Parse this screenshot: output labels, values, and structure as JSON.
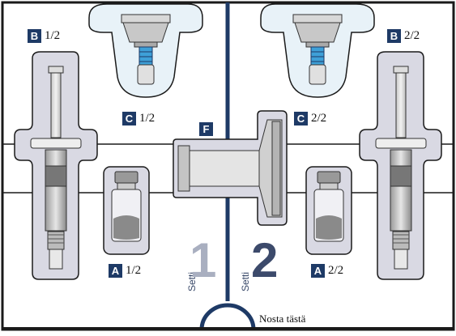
{
  "colors": {
    "navy": "#1e3a66",
    "tray_outline": "#1a1a1a",
    "cavity_fill": "#d9d9e3",
    "set1_number": "#a9afc0",
    "set2_number": "#3c4a6b"
  },
  "labels": {
    "b1": {
      "letter": "B",
      "text": "1/2"
    },
    "b2": {
      "letter": "B",
      "text": "2/2"
    },
    "c1": {
      "letter": "C",
      "text": "1/2"
    },
    "c2": {
      "letter": "C",
      "text": "2/2"
    },
    "f": {
      "letter": "F"
    },
    "a1": {
      "letter": "A",
      "text": "1/2"
    },
    "a2": {
      "letter": "A",
      "text": "2/2"
    }
  },
  "sets": {
    "set1": {
      "word": "Setti",
      "number": "1"
    },
    "set2": {
      "word": "Setti",
      "number": "2"
    }
  },
  "lift_here": "Nosta tästä",
  "icons": [
    "syringe-icon",
    "vial-icon",
    "vial-adapter-icon",
    "transfer-connector-icon"
  ]
}
